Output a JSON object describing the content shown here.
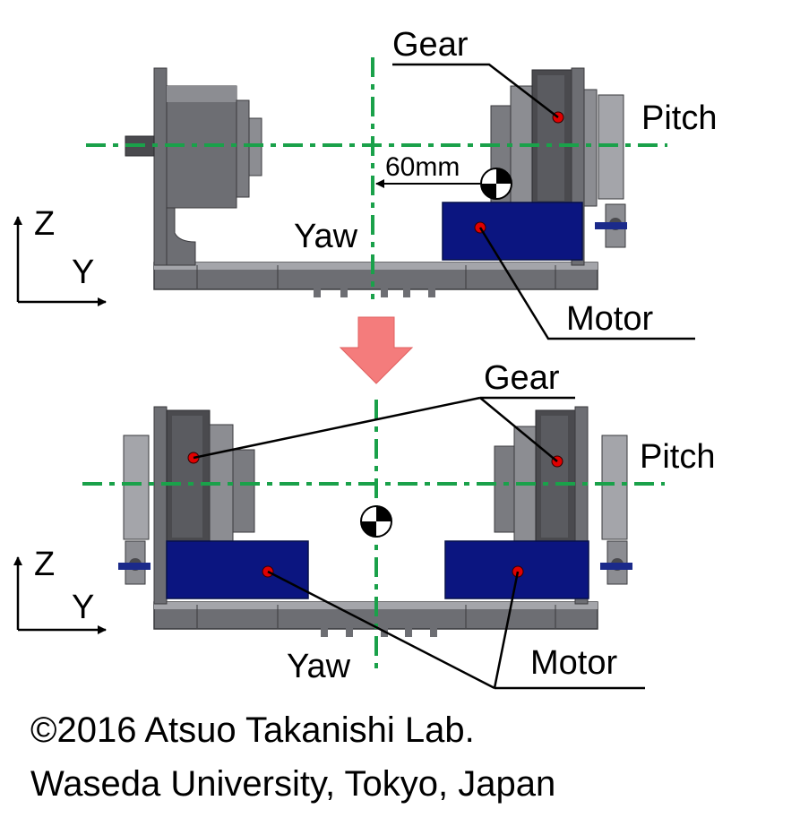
{
  "colors": {
    "centerline": "#1aa14a",
    "motor": "#0b1580",
    "metal_dark": "#4a4a4e",
    "metal_mid": "#6d6e73",
    "metal_light": "#a4a5aa",
    "marker": "#e00000",
    "arrow_down": "#f47c7c"
  },
  "top_view": {
    "gear_label": "Gear",
    "pitch_label": "Pitch",
    "yaw_label": "Yaw",
    "motor_label": "Motor",
    "offset_label": "60mm",
    "axis_z": "Z",
    "axis_y": "Y"
  },
  "bottom_view": {
    "gear_label": "Gear",
    "pitch_label": "Pitch",
    "yaw_label": "Yaw",
    "motor_label": "Motor",
    "axis_z": "Z",
    "axis_y": "Y"
  },
  "copyright": {
    "line1": "©2016 Atsuo Takanishi Lab.",
    "line2": "Waseda University, Tokyo, Japan"
  }
}
